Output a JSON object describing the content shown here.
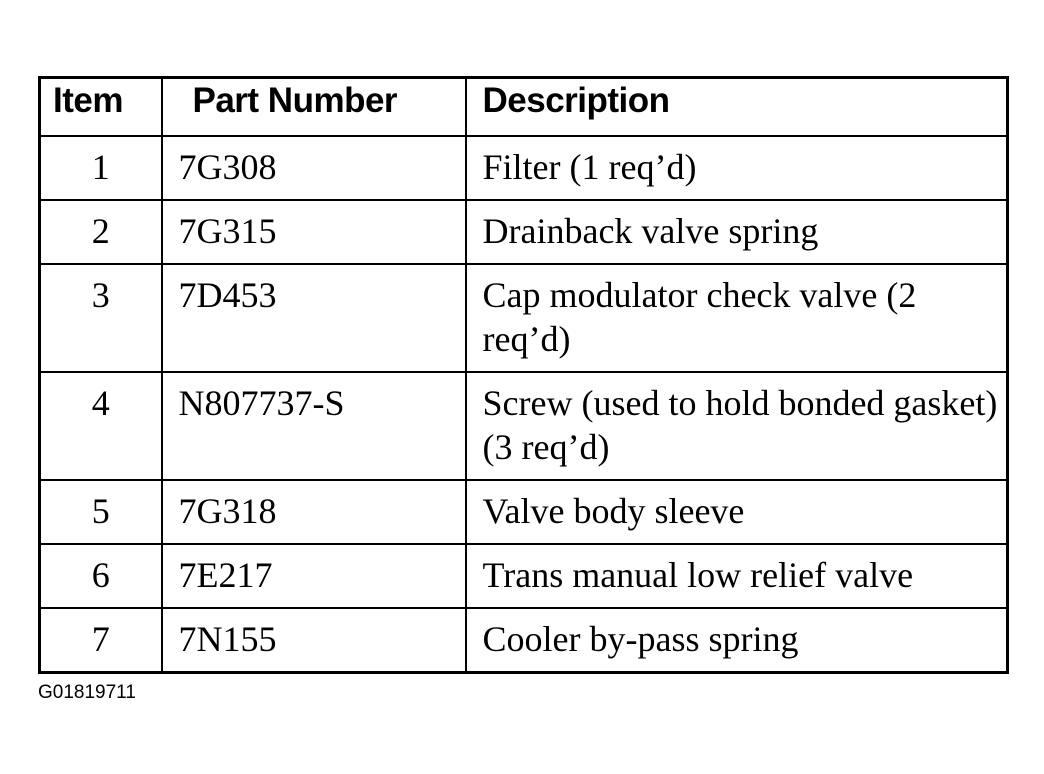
{
  "table": {
    "headers": {
      "item": "Item",
      "part_number": "Part Number",
      "description": "Description"
    },
    "rows": [
      {
        "item": "1",
        "part_number": "7G308",
        "description": "Filter (1 req’d)"
      },
      {
        "item": "2",
        "part_number": "7G315",
        "description": "Drainback valve spring"
      },
      {
        "item": "3",
        "part_number": "7D453",
        "description": "Cap modulator check valve (2 req’d)"
      },
      {
        "item": "4",
        "part_number": "N807737-S",
        "description": "Screw (used to hold bonded gasket) (3 req’d)"
      },
      {
        "item": "5",
        "part_number": "7G318",
        "description": "Valve body sleeve"
      },
      {
        "item": "6",
        "part_number": "7E217",
        "description": "Trans manual low relief valve"
      },
      {
        "item": "7",
        "part_number": "7N155",
        "description": "Cooler by-pass spring"
      }
    ]
  },
  "figure_code": "G01819711"
}
